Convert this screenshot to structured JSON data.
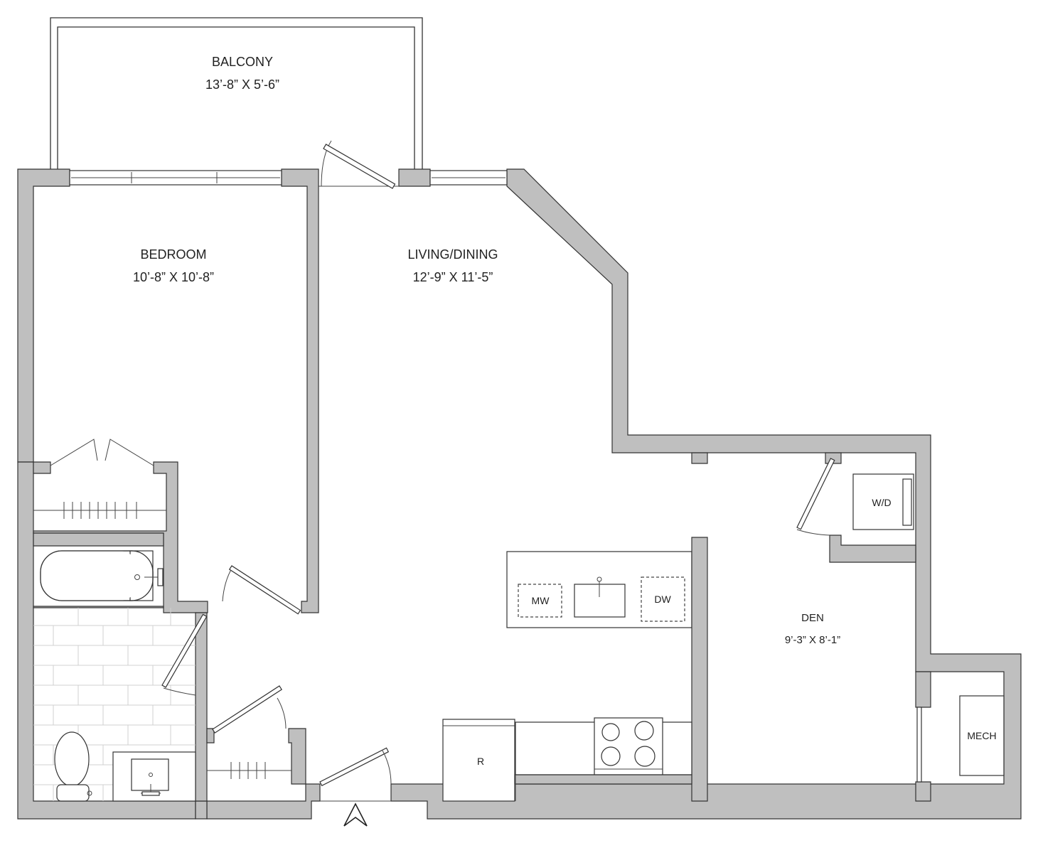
{
  "rooms": {
    "balcony": {
      "name": "BALCONY",
      "size": "13’-8” X 5’-6”"
    },
    "bedroom": {
      "name": "BEDROOM",
      "size": "10’-8” X 10’-8”"
    },
    "living": {
      "name": "LIVING/DINING",
      "size": "12’-9” X 11’-5”"
    },
    "den": {
      "name": "DEN",
      "size": "9’-3” X 8’-1”"
    }
  },
  "appliances": {
    "microwave": "MW",
    "dishwasher": "DW",
    "refrigerator": "R",
    "washer_dryer": "W/D",
    "mechanical": "MECH"
  },
  "icons": {
    "entry": "entry-arrow-icon"
  },
  "colors": {
    "wall": "#bfbfbf",
    "line": "#333333",
    "background": "#ffffff"
  }
}
